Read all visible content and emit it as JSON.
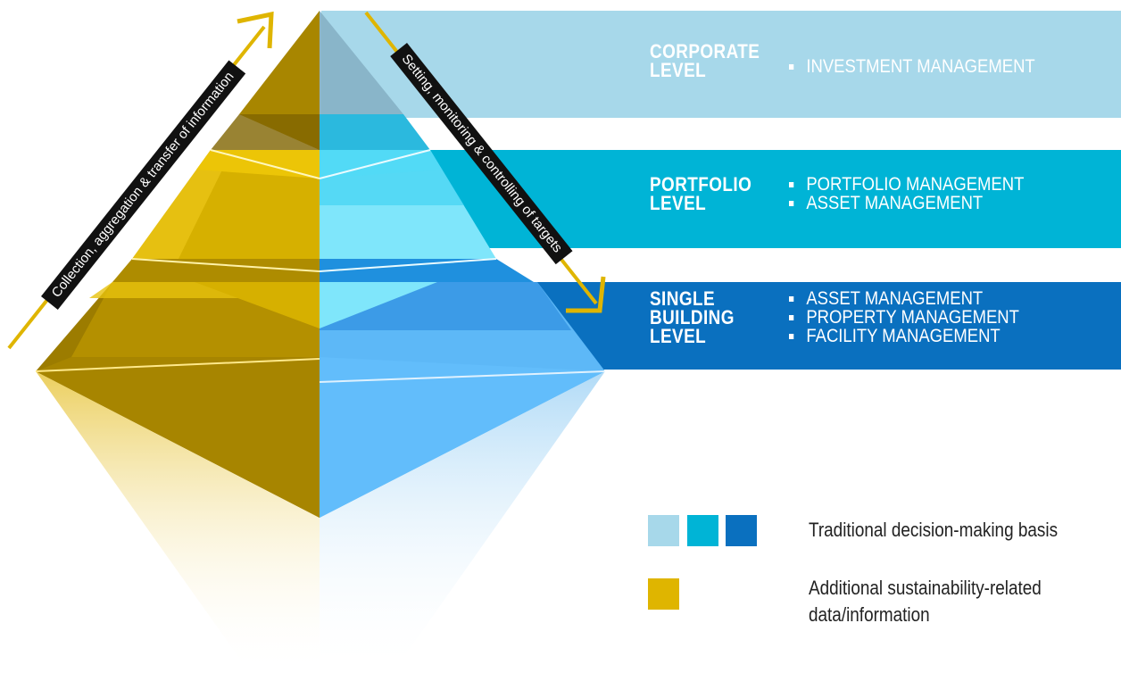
{
  "levels": [
    {
      "title_lines": [
        "CORPORATE",
        "LEVEL"
      ],
      "items": [
        "INVESTMENT MANAGEMENT"
      ],
      "color": "#a7d8ea"
    },
    {
      "title_lines": [
        "PORTFOLIO",
        "LEVEL"
      ],
      "items": [
        "PORTFOLIO MANAGEMENT",
        "ASSET MANAGEMENT"
      ],
      "color": "#00b4d6"
    },
    {
      "title_lines": [
        "SINGLE",
        "BUILDING",
        "LEVEL"
      ],
      "items": [
        "ASSET MANAGEMENT",
        "PROPERTY MANAGEMENT",
        "FACILITY MANAGEMENT"
      ],
      "color": "#0a70bf"
    }
  ],
  "arrows": {
    "up_label": "Collection, aggregation & transfer of information",
    "down_label": "Setting, monitoring & controlling of targets"
  },
  "legend": {
    "traditional_label": "Traditional decision-making basis",
    "traditional_colors": [
      "#a7d8ea",
      "#00b4d6",
      "#0a70bf"
    ],
    "sustainability_label_lines": [
      "Additional sustainability-related",
      "data/information"
    ],
    "sustainability_color": "#dfb500"
  }
}
